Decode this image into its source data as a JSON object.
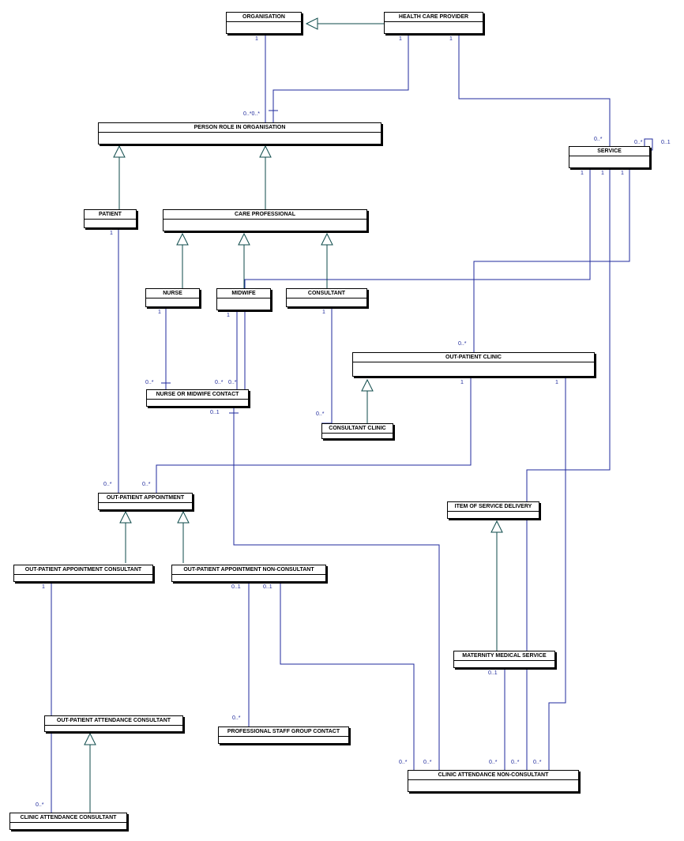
{
  "classes": {
    "organisation": "ORGANISATION",
    "health_care_provider": "HEALTH CARE PROVIDER",
    "person_role": "PERSON ROLE IN ORGANISATION",
    "service": "SERVICE",
    "patient": "PATIENT",
    "care_professional": "CARE PROFESSIONAL",
    "nurse": "NURSE",
    "midwife": "MIDWIFE",
    "consultant": "CONSULTANT",
    "out_patient_clinic": "OUT-PATIENT CLINIC",
    "nurse_midwife_contact": "NURSE OR MIDWIFE CONTACT",
    "consultant_clinic": "CONSULTANT CLINIC",
    "out_patient_appointment": "OUT-PATIENT APPOINTMENT",
    "item_of_service_delivery": "ITEM OF SERVICE DELIVERY",
    "opa_consultant": "OUT-PATIENT APPOINTMENT CONSULTANT",
    "opa_non_consultant": "OUT-PATIENT APPOINTMENT NON-CONSULTANT",
    "maternity_medical_service": "MATERNITY MEDICAL SERVICE",
    "opatt_consultant": "OUT-PATIENT ATTENDANCE CONSULTANT",
    "professional_staff_group_contact": "PROFESSIONAL STAFF GROUP CONTACT",
    "clinic_attendance_non_consultant": "CLINIC ATTENDANCE NON-CONSULTANT",
    "clinic_attendance_consultant": "CLINIC ATTENDANCE CONSULTANT"
  },
  "multiplicities": {
    "org_one": "1",
    "hcp_one_a": "1",
    "hcp_one_b": "1",
    "person_role_many": "0..*0..*",
    "service_self_many": "0..*",
    "service_self_opt": "0..1",
    "service_many": "0..*",
    "service_one_a": "1",
    "service_one_b": "1",
    "service_one_c": "1",
    "patient_one": "1",
    "nurse_one": "1",
    "midwife_one": "1",
    "consultant_one": "1",
    "opc_many": "0..*",
    "nmc_many_a": "0..*",
    "nmc_many_b": "0..*",
    "nmc_many_c": "0..*",
    "nmc_opt": "0..1",
    "cc_many": "0..*",
    "opc_one_a": "1",
    "opc_one_b": "1",
    "opa_many_a": "0..*",
    "opa_many_b": "0..*",
    "opac_one": "1",
    "opanc_opt_a": "0..1",
    "opanc_opt_b": "0..1",
    "mms_opt": "0..1",
    "psgc_many": "0..*",
    "canc_many_a": "0..*",
    "canc_many_b": "0..*",
    "canc_many_c": "0..*",
    "canc_many_d": "0..*",
    "canc_many_e": "0..*",
    "cac_many": "0..*"
  },
  "colors": {
    "line": "#1f2a9c",
    "generalization": "#0d4a4a",
    "box_border": "#000000"
  }
}
